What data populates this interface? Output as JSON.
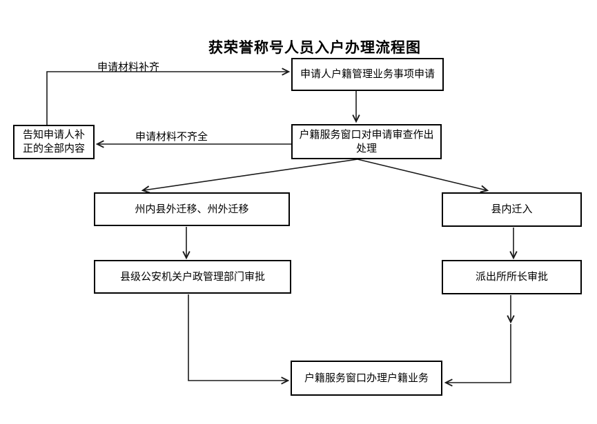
{
  "page": {
    "background_color": "#ffffff",
    "line_color": "#1a1a1a",
    "title": "获荣誉称号人员入户办理流程图"
  },
  "boxes": {
    "apply": {
      "text": "申请人户籍管理业务事项申请"
    },
    "review": {
      "line1": "户籍服务窗口对申请审查作出",
      "line2": "处理"
    },
    "notify": {
      "line1": "告知申请人补",
      "line2": "正的全部内容"
    },
    "transfer_out": {
      "text": "州内县外迁移、州外迁移"
    },
    "transfer_in": {
      "text": "县内迁入"
    },
    "county_approve": {
      "text": "县级公安机关户政管理部门审批"
    },
    "station_approve": {
      "text": "派出所所长审批"
    },
    "final": {
      "text": "户籍服务窗口办理户籍业务"
    }
  },
  "edge_labels": {
    "materials_complete": "申请材料补齐",
    "materials_incomplete": "申请材料不齐全"
  }
}
